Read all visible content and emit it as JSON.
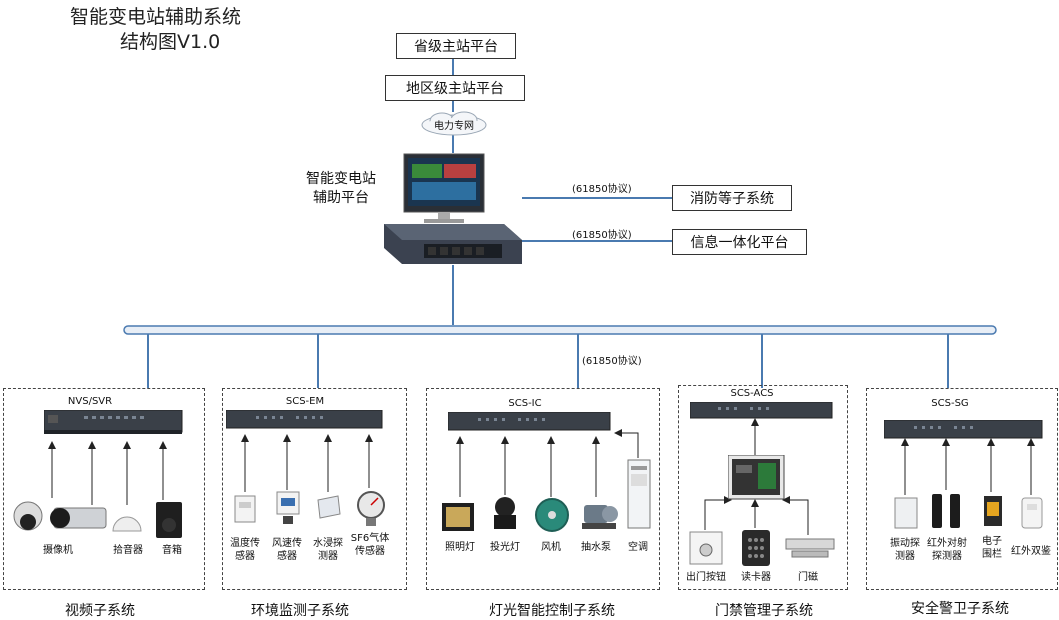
{
  "title": {
    "line1": "智能变电站辅助系统",
    "line2": "结构图V1.0"
  },
  "top": {
    "provincial": "省级主站平台",
    "regional": "地区级主站平台",
    "network": "电力专网",
    "platform_line1": "智能变电站",
    "platform_line2": "辅助平台"
  },
  "right": {
    "proto1": "(61850协议)",
    "fire": "消防等子系统",
    "proto2": "(61850协议)",
    "info": "信息一体化平台"
  },
  "bus": {
    "proto": "(61850协议)"
  },
  "subsystems": {
    "video": {
      "device": "NVS/SVR",
      "name": "视频子系统",
      "items": [
        "摄像机",
        "拾音器",
        "音箱"
      ]
    },
    "env": {
      "device": "SCS-EM",
      "name": "环境监测子系统",
      "items": [
        "温度传\n感器",
        "风速传\n感器",
        "水浸探\n测器",
        "SF6气体\n传感器"
      ]
    },
    "light": {
      "device": "SCS-IC",
      "name": "灯光智能控制子系统",
      "items": [
        "照明灯",
        "投光灯",
        "风机",
        "抽水泵",
        "空调"
      ]
    },
    "access": {
      "device": "SCS-ACS",
      "name": "门禁管理子系统",
      "items": [
        "出门按钮",
        "读卡器",
        "门磁"
      ]
    },
    "security": {
      "device": "SCS-SG",
      "name": "安全警卫子系统",
      "items": [
        "振动探\n测器",
        "红外对射\n探测器",
        "电子\n围栏",
        "红外双鉴"
      ]
    }
  },
  "colors": {
    "line": "#4a7ab0",
    "bus_fill": "#e8eef6",
    "device": "#3a4048"
  }
}
